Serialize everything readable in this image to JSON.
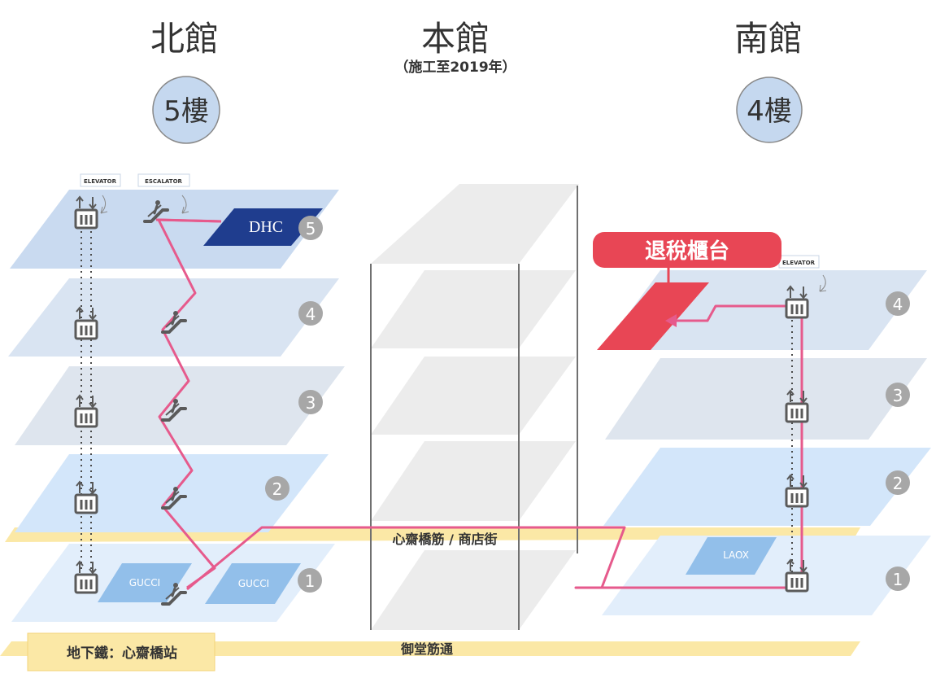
{
  "buildings": {
    "north": {
      "title": "北館",
      "floors_badge": "5樓"
    },
    "main": {
      "title": "本館",
      "subtitle": "（施工至2019年）"
    },
    "south": {
      "title": "南館",
      "floors_badge": "4樓"
    }
  },
  "labels": {
    "elevator": "ELEVATOR",
    "escalator": "ESCALATOR",
    "tax_refund": "退稅櫃台",
    "shopping_street": "心齋橋筋 / 商店街",
    "subway_station": "地下鐵：心齋橋站",
    "road": "御堂筋通"
  },
  "stores": {
    "dhc": "DHC",
    "gucci_left": "GUCCI",
    "gucci_right": "GUCCI",
    "laox": "LAOX"
  },
  "north_floors": [
    "5",
    "4",
    "3",
    "2",
    "1"
  ],
  "south_floors": [
    "4",
    "3",
    "2",
    "1"
  ],
  "colors": {
    "route": "#e65a8c",
    "tax_red": "#e84655",
    "badge": "#c5d8ef",
    "floor_light": "#d6e6f9",
    "floor_grey": "#dce5ee",
    "street": "#fbe8a6",
    "main_building": "#ececec",
    "floor_number": "#a7a7a7"
  }
}
